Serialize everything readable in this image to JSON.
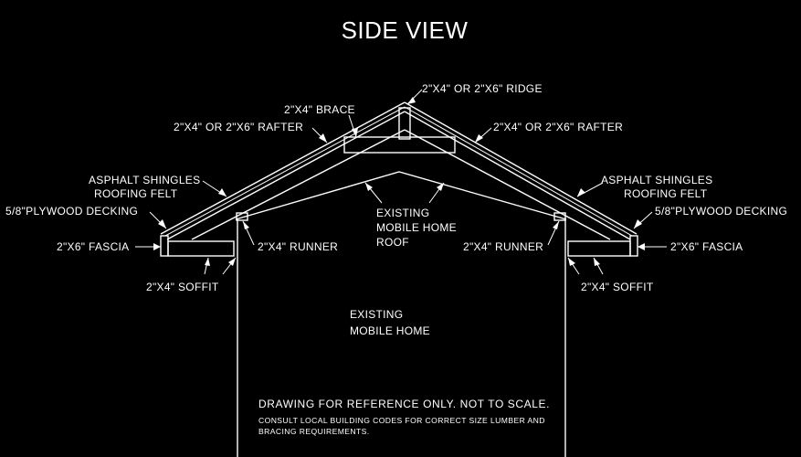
{
  "title": "SIDE VIEW",
  "labels": {
    "ridge": "2\"X4\" OR 2\"X6\" RIDGE",
    "brace": "2\"X4\" BRACE",
    "rafter_left": "2\"X4\" OR 2\"X6\" RAFTER",
    "rafter_right": "2\"X4\" OR 2\"X6\" RAFTER",
    "asphalt_left": "ASPHALT SHINGLES",
    "felt_left": "ROOFING FELT",
    "asphalt_right": "ASPHALT SHINGLES",
    "felt_right": "ROOFING FELT",
    "decking_left": "5/8\"PLYWOOD DECKING",
    "decking_right": "5/8\"PLYWOOD DECKING",
    "fascia_left": "2\"X6\" FASCIA",
    "fascia_right": "2\"X6\" FASCIA",
    "runner_left": "2\"X4\" RUNNER",
    "runner_right": "2\"X4\" RUNNER",
    "soffit_left": "2\"X4\" SOFFIT",
    "soffit_right": "2\"X4\" SOFFIT",
    "roof_line1": "EXISTING",
    "roof_line2": "MOBILE HOME",
    "roof_line3": "ROOF",
    "home_line1": "EXISTING",
    "home_line2": "MOBILE HOME"
  },
  "notes": {
    "main": "DRAWING FOR REFERENCE ONLY. NOT TO SCALE.",
    "sub1": "CONSULT LOCAL BUILDING CODES FOR CORRECT SIZE LUMBER AND",
    "sub2": "BRACING REQUIREMENTS."
  },
  "colors": {
    "background": "#000000",
    "line": "#ffffff"
  }
}
